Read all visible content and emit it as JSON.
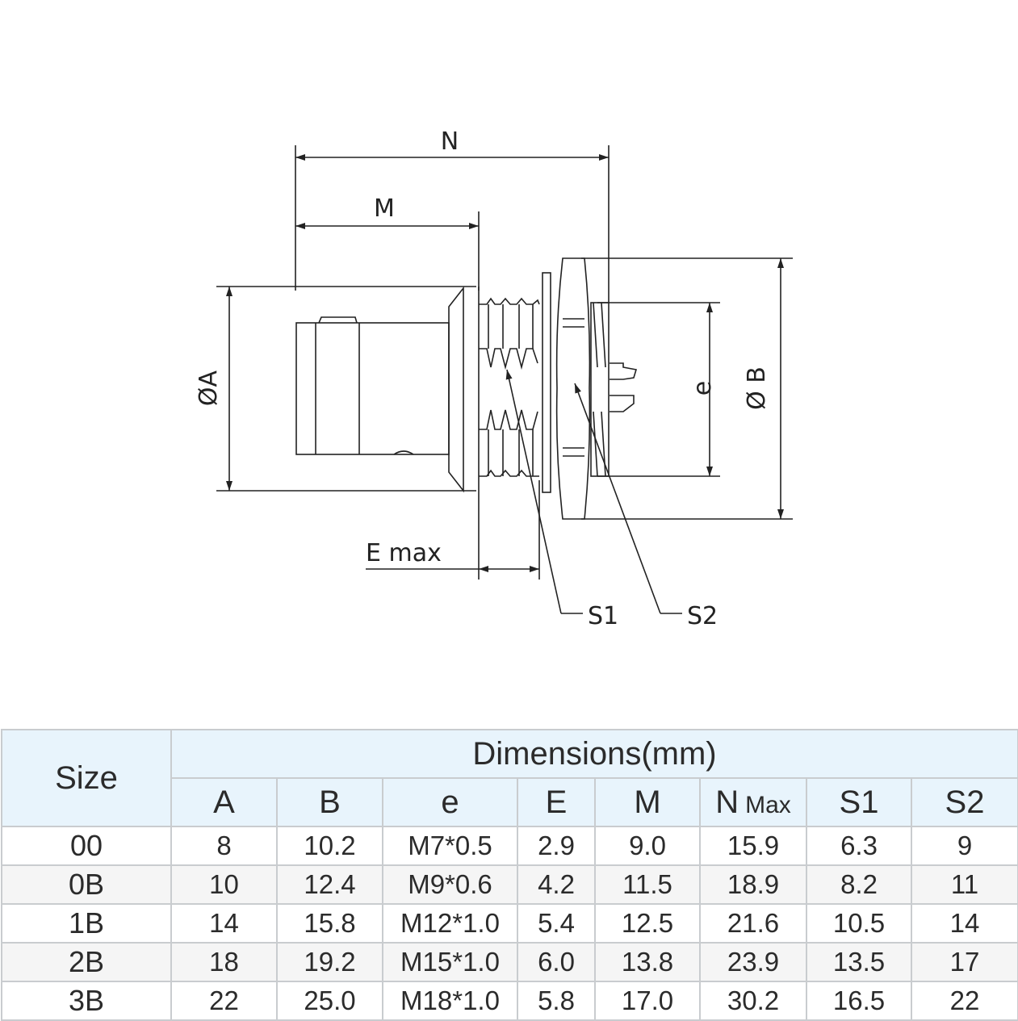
{
  "drawing": {
    "labels": {
      "N": "N",
      "M": "M",
      "A": "ØA",
      "B": "Ø B",
      "e": "e",
      "E": "E max",
      "S1": "S1",
      "S2": "S2"
    }
  },
  "table": {
    "size_header": "Size",
    "group_header": "Dimensions(mm)",
    "columns": [
      {
        "label": "A",
        "suffix": ""
      },
      {
        "label": "B",
        "suffix": ""
      },
      {
        "label": "e",
        "suffix": ""
      },
      {
        "label": "E",
        "suffix": ""
      },
      {
        "label": "M",
        "suffix": ""
      },
      {
        "label": "N",
        "suffix": "Max"
      },
      {
        "label": "S1",
        "suffix": ""
      },
      {
        "label": "S2",
        "suffix": ""
      }
    ],
    "rows": [
      {
        "size": "00",
        "values": [
          "8",
          "10.2",
          "M7*0.5",
          "2.9",
          "9.0",
          "15.9",
          "6.3",
          "9"
        ]
      },
      {
        "size": "0B",
        "values": [
          "10",
          "12.4",
          "M9*0.6",
          "4.2",
          "11.5",
          "18.9",
          "8.2",
          "11"
        ]
      },
      {
        "size": "1B",
        "values": [
          "14",
          "15.8",
          "M12*1.0",
          "5.4",
          "12.5",
          "21.6",
          "10.5",
          "14"
        ]
      },
      {
        "size": "2B",
        "values": [
          "18",
          "19.2",
          "M15*1.0",
          "6.0",
          "13.8",
          "23.9",
          "13.5",
          "17"
        ]
      },
      {
        "size": "3B",
        "values": [
          "22",
          "25.0",
          "M18*1.0",
          "5.8",
          "17.0",
          "30.2",
          "16.5",
          "22"
        ]
      }
    ]
  }
}
